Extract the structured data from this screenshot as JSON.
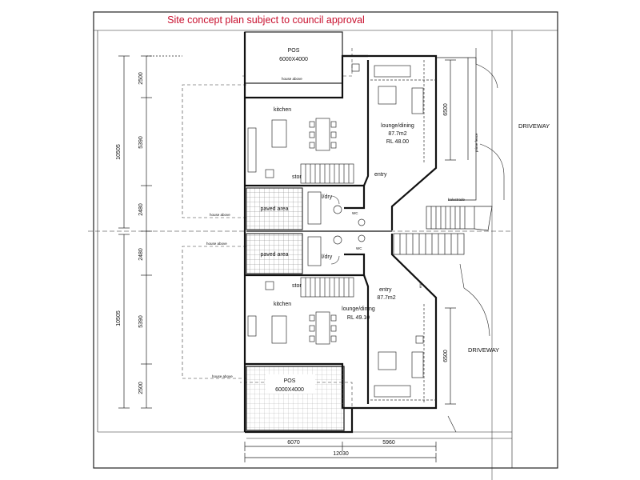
{
  "title": "Site concept plan subject to council approval",
  "labels": {
    "pos": "POS",
    "pos_size": "6000X4000",
    "kitchen": "kitchen",
    "lounge_dining": "lounge/dining",
    "area": "87.7m2",
    "rl_upper": "RL 48.00",
    "rl_lower": "RL 49.10",
    "entry": "entry",
    "stor": "stor",
    "ldry": "l/dry",
    "wc": "WC",
    "paved_area": "paved area",
    "driveway": "DRIVEWAY",
    "house_above": "house above",
    "balustrade": "balustrade",
    "prime_fence": "prime fence",
    "ens": "ens"
  },
  "dimensions": {
    "left_total_upper": "10505",
    "left_total_lower": "10505",
    "seg_2500a": "2500",
    "seg_5390a": "5390",
    "seg_2480a": "2480",
    "seg_2480b": "2480",
    "seg_5390b": "5390",
    "seg_2500b": "2500",
    "right_6500a": "6500",
    "right_6500b": "6500",
    "bottom_6070": "6070",
    "bottom_5960": "5960",
    "bottom_12030": "12030"
  }
}
